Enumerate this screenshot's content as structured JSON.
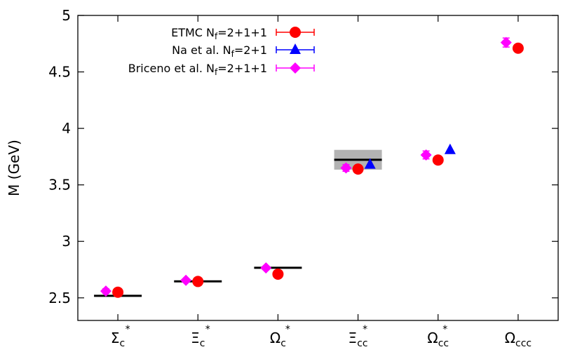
{
  "chart_data": {
    "type": "scatter",
    "ylabel": "M (GeV)",
    "ylim": [
      2.3,
      5.0
    ],
    "y_ticks": [
      "2.5",
      "3",
      "3.5",
      "4",
      "4.5",
      "5"
    ],
    "y_tick_values": [
      2.5,
      3.0,
      3.5,
      4.0,
      4.5,
      5.0
    ],
    "categories": [
      {
        "base": "Σ",
        "sup": "*",
        "sub": "c"
      },
      {
        "base": "Ξ",
        "sup": "*",
        "sub": "c"
      },
      {
        "base": "Ω",
        "sup": "*",
        "sub": "c"
      },
      {
        "base": "Ξ",
        "sup": "*",
        "sub": "cc"
      },
      {
        "base": "Ω",
        "sup": "*",
        "sub": "cc"
      },
      {
        "base": "Ω",
        "sup": "",
        "sub": "ccc"
      }
    ],
    "experiment": [
      {
        "category": 0,
        "value": 2.518
      },
      {
        "category": 1,
        "value": 2.646
      },
      {
        "category": 2,
        "value": 2.766
      },
      {
        "category": 3,
        "value": 3.722,
        "band": [
          3.635,
          3.81
        ]
      }
    ],
    "series": [
      {
        "label_prefix": "ETMC N",
        "label_sub": "f",
        "label_suffix": "=2+1+1",
        "color": "#ff0000",
        "marker": "circle",
        "points": [
          {
            "category": 0,
            "offset": 0.0,
            "value": 2.55,
            "err": 0.03
          },
          {
            "category": 1,
            "offset": 0.0,
            "value": 2.645,
            "err": 0.0
          },
          {
            "category": 2,
            "offset": 0.0,
            "value": 2.71,
            "err": 0.0
          },
          {
            "category": 3,
            "offset": 0.0,
            "value": 3.64,
            "err": 0.0
          },
          {
            "category": 4,
            "offset": 0.0,
            "value": 3.72,
            "err": 0.0
          },
          {
            "category": 5,
            "offset": 0.0,
            "value": 4.71,
            "err": 0.0
          }
        ]
      },
      {
        "label_prefix": "Na et al. N",
        "label_sub": "f",
        "label_suffix": "=2+1",
        "color": "#0000ff",
        "marker": "triangle",
        "points": [
          {
            "category": 3,
            "offset": 0.15,
            "value": 3.68,
            "err": 0.0
          },
          {
            "category": 4,
            "offset": 0.15,
            "value": 3.81,
            "err": 0.0
          }
        ]
      },
      {
        "label_prefix": "Briceno et al. N",
        "label_sub": "f",
        "label_suffix": "=2+1+1",
        "color": "#ff00ff",
        "marker": "diamond",
        "points": [
          {
            "category": 0,
            "offset": -0.15,
            "value": 2.56,
            "err": 0.02
          },
          {
            "category": 1,
            "offset": -0.15,
            "value": 2.655,
            "err": 0.01
          },
          {
            "category": 2,
            "offset": -0.15,
            "value": 2.765,
            "err": 0.015
          },
          {
            "category": 3,
            "offset": -0.15,
            "value": 3.65,
            "err": 0.03
          },
          {
            "category": 4,
            "offset": -0.15,
            "value": 3.765,
            "err": 0.035
          },
          {
            "category": 5,
            "offset": -0.15,
            "value": 4.76,
            "err": 0.04
          }
        ]
      }
    ],
    "legend_position": "top-center",
    "grid": false
  }
}
